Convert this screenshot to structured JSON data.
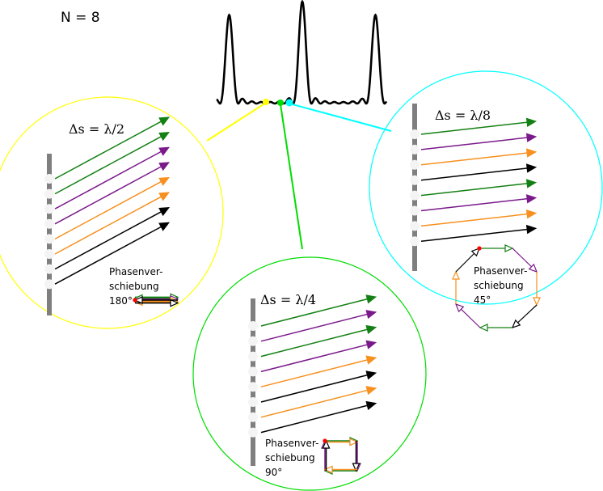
{
  "title": "N = 8",
  "colors": {
    "green": "#138013",
    "purple": "#7a1a8a",
    "orange": "#f7901e",
    "black": "#000000",
    "slit": "#7f7f7f",
    "yellow": "#ffff00",
    "lime": "#00dd00",
    "cyan": "#00ffff",
    "marker_red": "#ff0000"
  },
  "intensity_curve": {
    "description": "Intensity pattern of an 8-slit grating with 3 principal maxima and 6 secondary maxima between them",
    "slits": 8,
    "principal_maxima": 3,
    "secondary_maxima_between": 6
  },
  "panels": [
    {
      "id": "lambda-half",
      "label": "Δs = λ/2",
      "circle_color": "yellow",
      "arrow_colors": [
        "green",
        "green",
        "purple",
        "purple",
        "orange",
        "orange",
        "black",
        "black"
      ],
      "phase_text": [
        "Phasenver-",
        "schiebung",
        "180°"
      ],
      "phase_shift_deg": 180
    },
    {
      "id": "lambda-quarter",
      "label": "Δs = λ/4",
      "circle_color": "lime",
      "arrow_colors": [
        "green",
        "purple",
        "green",
        "purple",
        "orange",
        "black",
        "orange",
        "black"
      ],
      "phase_text": [
        "Phasenver-",
        "schiebung",
        "90°"
      ],
      "phase_shift_deg": 90
    },
    {
      "id": "lambda-eighth",
      "label": "Δs = λ/8",
      "circle_color": "cyan",
      "arrow_colors": [
        "green",
        "purple",
        "orange",
        "black",
        "green",
        "purple",
        "orange",
        "black"
      ],
      "phase_text": [
        "Phasenver-",
        "schiebung",
        "45°"
      ],
      "phase_shift_deg": 45
    }
  ]
}
